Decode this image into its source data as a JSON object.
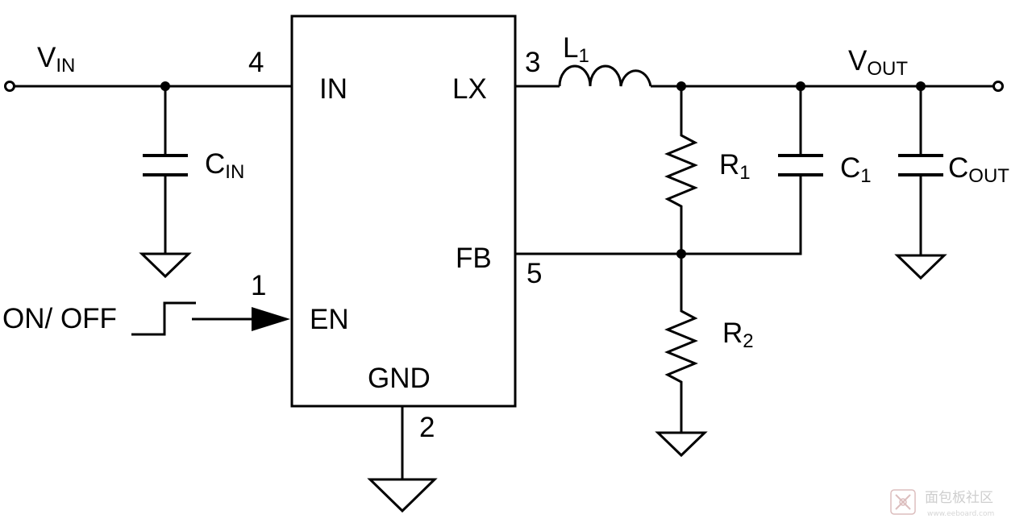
{
  "chip": {
    "pins": {
      "in": {
        "label": "IN",
        "number": "4"
      },
      "en": {
        "label": "EN",
        "number": "1"
      },
      "lx": {
        "label": "LX",
        "number": "3"
      },
      "fb": {
        "label": "FB",
        "number": "5"
      },
      "gnd": {
        "label": "GND",
        "number": "2"
      }
    }
  },
  "nets": {
    "vin": {
      "main": "V",
      "sub": "IN"
    },
    "vout": {
      "main": "V",
      "sub": "OUT"
    },
    "enable_signal": "ON/ OFF"
  },
  "components": {
    "l1": {
      "main": "L",
      "sub": "1"
    },
    "r1": {
      "main": "R",
      "sub": "1"
    },
    "r2": {
      "main": "R",
      "sub": "2"
    },
    "c1": {
      "main": "C",
      "sub": "1"
    },
    "cin": {
      "main": "C",
      "sub": "IN"
    },
    "cout": {
      "main": "C",
      "sub": "OUT"
    }
  },
  "watermark": {
    "text": "面包板社区",
    "url": "www.eeboard.com"
  },
  "colors": {
    "line": "#000000",
    "background": "#ffffff",
    "watermark": "#c9c9c9"
  }
}
